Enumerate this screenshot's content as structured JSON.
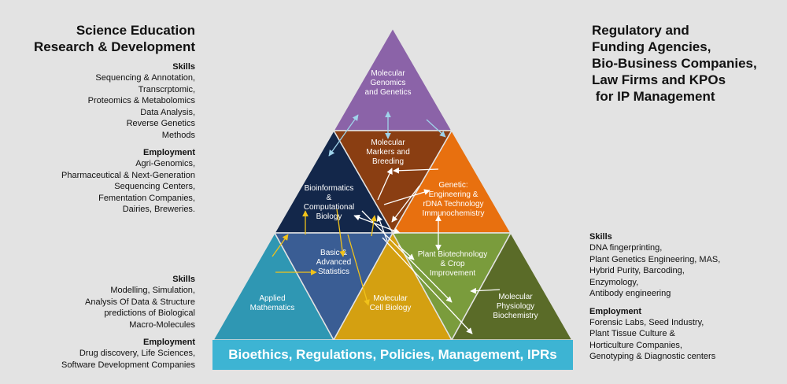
{
  "left_top": {
    "heading": [
      "Science Education",
      "Research & Development"
    ],
    "skills_title": "Skills",
    "skills": [
      "Sequencing & Annotation,",
      "Transcrptomic,",
      "Proteomics & Metabolomics",
      "Data Analysis,",
      "Reverse Genetics",
      "Methods"
    ],
    "employment_title": "Employment",
    "employment": [
      "Agri-Genomics,",
      "Pharmaceutical & Next-Generation",
      "Sequencing Centers,",
      "Fementation Companies,",
      "Dairies, Breweries."
    ]
  },
  "left_bottom": {
    "skills_title": "Skills",
    "skills": [
      "Modelling, Simulation,",
      "Analysis Of Data & Structure",
      "predictions of Biological",
      "Macro-Molecules"
    ],
    "employment_title": "Employment",
    "employment": [
      "Drug discovery, Life Sciences,",
      "Software Development Companies"
    ]
  },
  "right_top": {
    "heading": [
      "Regulatory and",
      "Funding Agencies,",
      "Bio-Business Companies,",
      "Law Firms and KPOs",
      " for IP Management"
    ]
  },
  "right_bottom": {
    "skills_title": "Skills",
    "skills": [
      "DNA fingerprinting,",
      "Plant Genetics Engineering, MAS,",
      "Hybrid Purity, Barcoding,",
      "Enzymology,",
      "Antibody engineering"
    ],
    "employment_title": "Employment",
    "employment": [
      "Forensic Labs, Seed Industry,",
      "Plant Tissue Culture &",
      "Horticulture Companies,",
      "Genotyping & Diagnostic centers"
    ]
  },
  "pyramid": {
    "cells": [
      {
        "name": "molecular-genomics",
        "lines": [
          "Molecular",
          "Genomics",
          "and Genetics"
        ],
        "color": "#8b63a8"
      },
      {
        "name": "molecular-markers",
        "lines": [
          "Molecular",
          "Markers and",
          "Breeding"
        ],
        "color": "#8a3e12"
      },
      {
        "name": "bioinformatics",
        "lines": [
          "Bioinformatics",
          "&",
          "Computational",
          "Biology"
        ],
        "color": "#13274a"
      },
      {
        "name": "genetic-engineering",
        "lines": [
          "Genetic:",
          "Engineering &",
          "rDNA Technology",
          "Immunochemistry"
        ],
        "color": "#e8700f"
      },
      {
        "name": "applied-mathematics",
        "lines": [
          "Applied",
          "Mathematics"
        ],
        "color": "#2f97b3"
      },
      {
        "name": "basic-statistics",
        "lines": [
          "Basic &",
          "Advanced",
          "Statistics"
        ],
        "color": "#3a5d94"
      },
      {
        "name": "molecular-cell-biology",
        "lines": [
          "Molecular",
          "Cell Biology"
        ],
        "color": "#d4a011"
      },
      {
        "name": "plant-biotechnology",
        "lines": [
          "Plant Biotechnology",
          "& Crop",
          "Improvement"
        ],
        "color": "#7a9c3c"
      },
      {
        "name": "molecular-physiology",
        "lines": [
          "Molecular",
          "Physiology",
          "Biochemistry"
        ],
        "color": "#5a6b28"
      }
    ]
  },
  "banner": {
    "text": "Bioethics, Regulations, Policies, Management, IPRs"
  }
}
